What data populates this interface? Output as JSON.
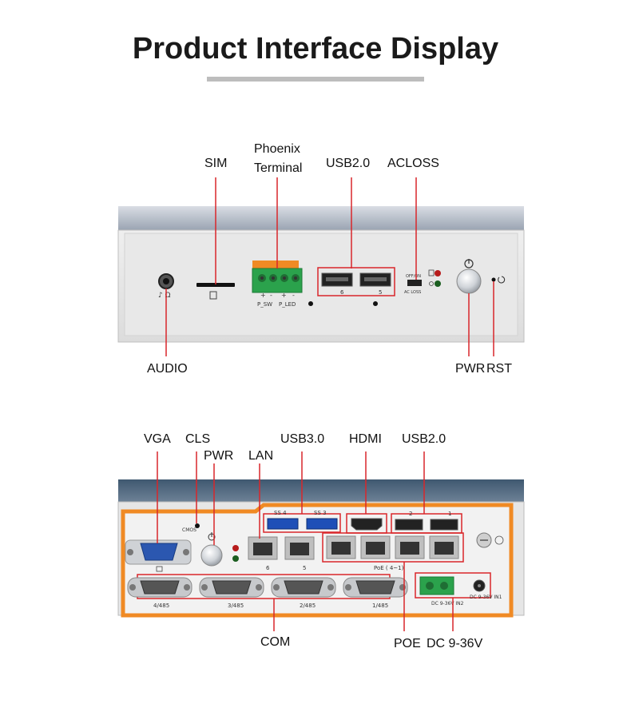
{
  "title": "Product Interface Display",
  "front_panel": {
    "labels": {
      "sim": "SIM",
      "phoenix_line1": "Phoenix",
      "phoenix_line2": "Terminal",
      "usb20": "USB2.0",
      "acloss": "ACLOSS",
      "audio": "AUDIO",
      "pwr": "PWR",
      "rst": "RST"
    },
    "silkscreen": {
      "p_sw": "P_SW",
      "p_led": "P_LED",
      "usb6": "6",
      "usb5": "5",
      "off_on": "OFF/ON",
      "ac_loss": "AC LOSS",
      "plus": "+",
      "minus": "-"
    }
  },
  "rear_panel": {
    "labels": {
      "vga": "VGA",
      "cls": "CLS",
      "pwr": "PWR",
      "lan": "LAN",
      "usb30": "USB3.0",
      "hdmi": "HDMI",
      "usb20": "USB2.0",
      "com": "COM",
      "poe": "POE",
      "dc": "DC 9-36V"
    },
    "silkscreen": {
      "usb3_4": "SS 4",
      "usb3_3": "SS 3",
      "usb2_2": "2",
      "usb2_1": "1",
      "lan6": "6",
      "lan5": "5",
      "poe": "PoE ( 4~1)",
      "com4": "4/485",
      "com3": "3/485",
      "com2": "2/485",
      "com1": "1/485",
      "dc_in2": "DC 9-36V IN2",
      "dc_in1": "DC 9-36V IN1",
      "cmos": "CMOS"
    }
  },
  "colors": {
    "callout": "#d9262a",
    "box": "#d9262a",
    "accent_orange": "#f08a24",
    "panel": "#e9e9e9",
    "panel_top": "#59718a"
  }
}
